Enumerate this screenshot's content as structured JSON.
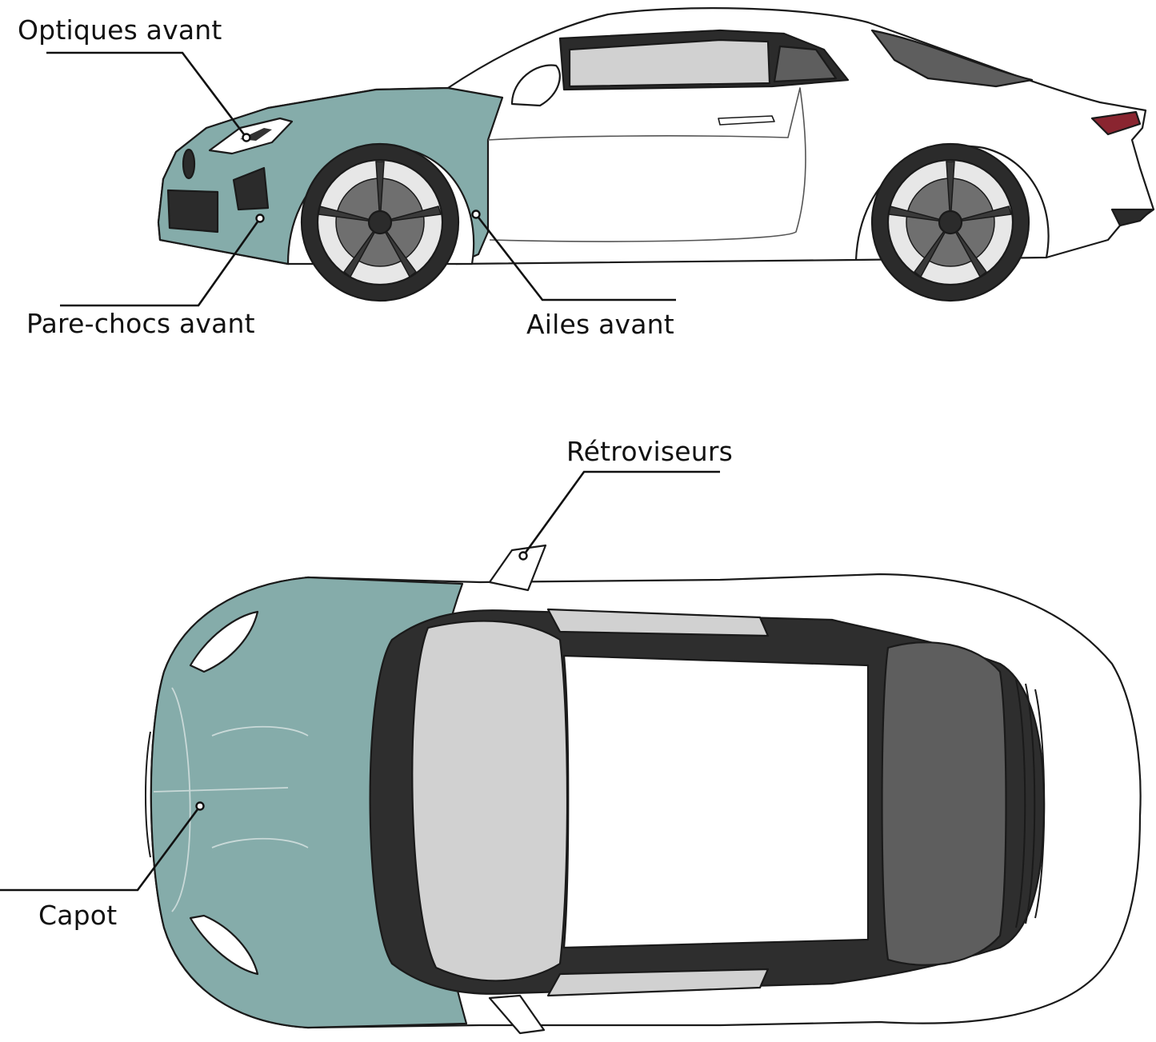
{
  "callouts": {
    "optiques_avant": "Optiques avant",
    "pare_chocs_avant": "Pare-chocs avant",
    "ailes_avant": "Ailes avant",
    "retroviseurs": "Rétroviseurs",
    "capot": "Capot"
  },
  "colors": {
    "highlight": "#85acaa",
    "body": "#ffffff",
    "outline": "#1a1a1a",
    "glass_light": "#d1d1d1",
    "glass_dark": "#5e5e5e",
    "trim": "#333333",
    "taillight": "#8a2530"
  }
}
